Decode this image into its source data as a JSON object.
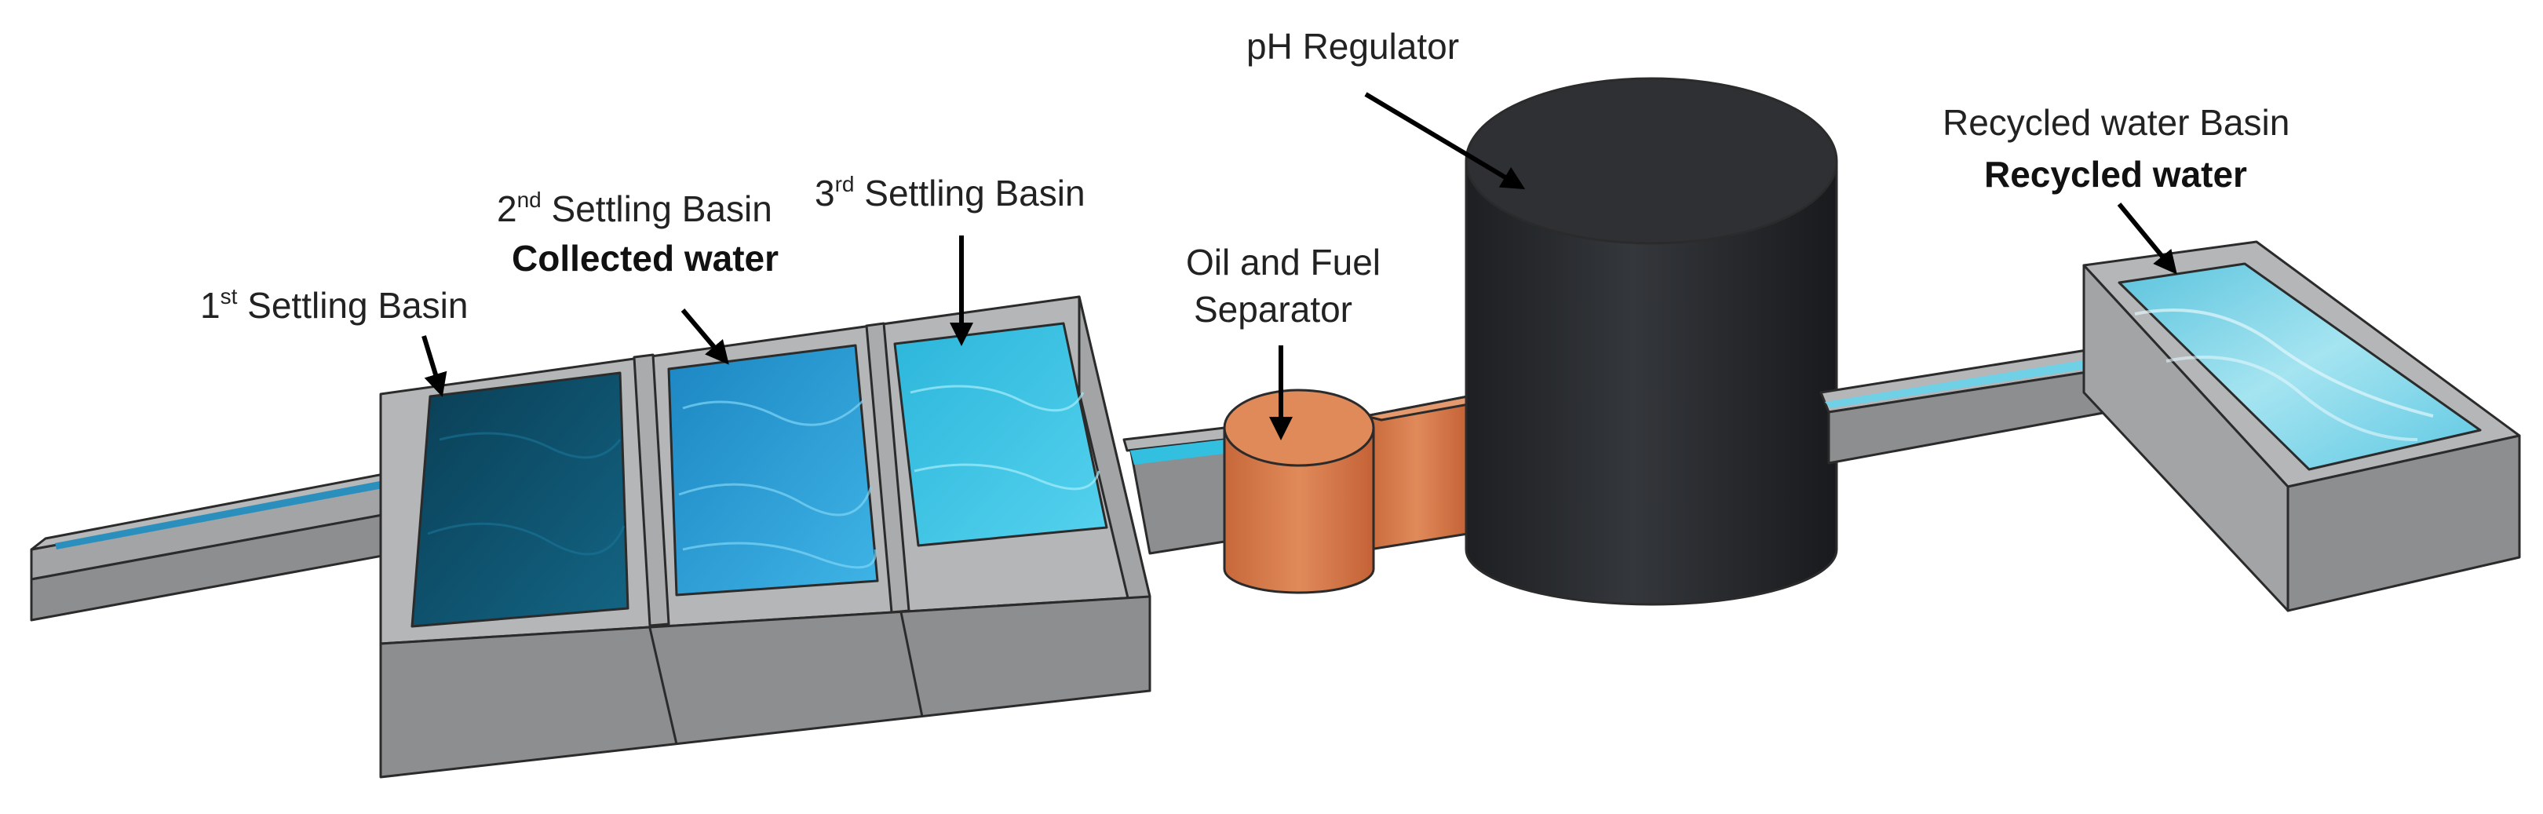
{
  "labels": {
    "basin1": {
      "ord": "1",
      "sup": "st",
      "rest": " Settling Basin"
    },
    "basin2": {
      "ord": "2",
      "sup": "nd",
      "rest": " Settling Basin",
      "sub": "Collected water"
    },
    "basin3": {
      "ord": "3",
      "sup": "rd",
      "rest": " Settling Basin"
    },
    "separator": {
      "line1": "Oil and Fuel",
      "line2": "Separator"
    },
    "ph": "pH Regulator",
    "recycled": {
      "line1": "Recycled water Basin",
      "line2": "Recycled water"
    }
  },
  "colors": {
    "concrete_top": "#b4b6b8",
    "concrete_front": "#8c8e90",
    "concrete_side": "#a2a4a6",
    "water_basin1": "#0d4d66",
    "water_basin2": "#1f93cf",
    "water_basin3": "#33bfe0",
    "water_recycled": "#79d4e8",
    "separator_orange": "#d77a4a",
    "ph_tank": "#27292d"
  }
}
